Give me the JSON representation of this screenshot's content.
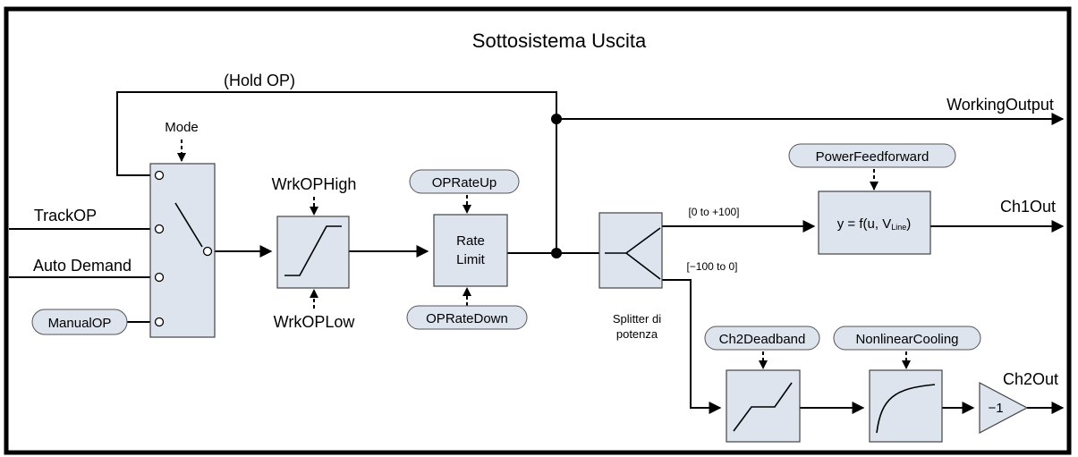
{
  "title": "Sottosistema Uscita",
  "inputs": {
    "track_op": "TrackOP",
    "auto_demand": "Auto Demand",
    "manual_op": "ManualOP"
  },
  "feedback_label": "(Hold OP)",
  "mode_label": "Mode",
  "limiter": {
    "high": "WrkOPHigh",
    "low": "WrkOPLow"
  },
  "rate_limit": {
    "line1": "Rate",
    "line2": "Limit",
    "up": "OPRateUp",
    "down": "OPRateDown"
  },
  "splitter": {
    "line1": "Splitter di",
    "line2": "potenza",
    "range_pos": "[0 to +100]",
    "range_neg": "[−100 to 0]"
  },
  "ch1_function": {
    "prefix": "y = f(u, V",
    "subscript": "Line",
    "suffix": ")",
    "param": "PowerFeedforward"
  },
  "deadband_param": "Ch2Deadband",
  "nonlinear_param": "NonlinearCooling",
  "gain_label": "−1",
  "outputs": {
    "working": "WorkingOutput",
    "ch1": "Ch1Out",
    "ch2": "Ch2Out"
  },
  "icons": [
    "switch-icon",
    "saturation-icon",
    "deadband-icon",
    "nonlinear-curve-icon",
    "splitter-icon",
    "arrow-icon"
  ],
  "colors": {
    "block_fill": "#dde4ee",
    "stroke": "#000000"
  }
}
